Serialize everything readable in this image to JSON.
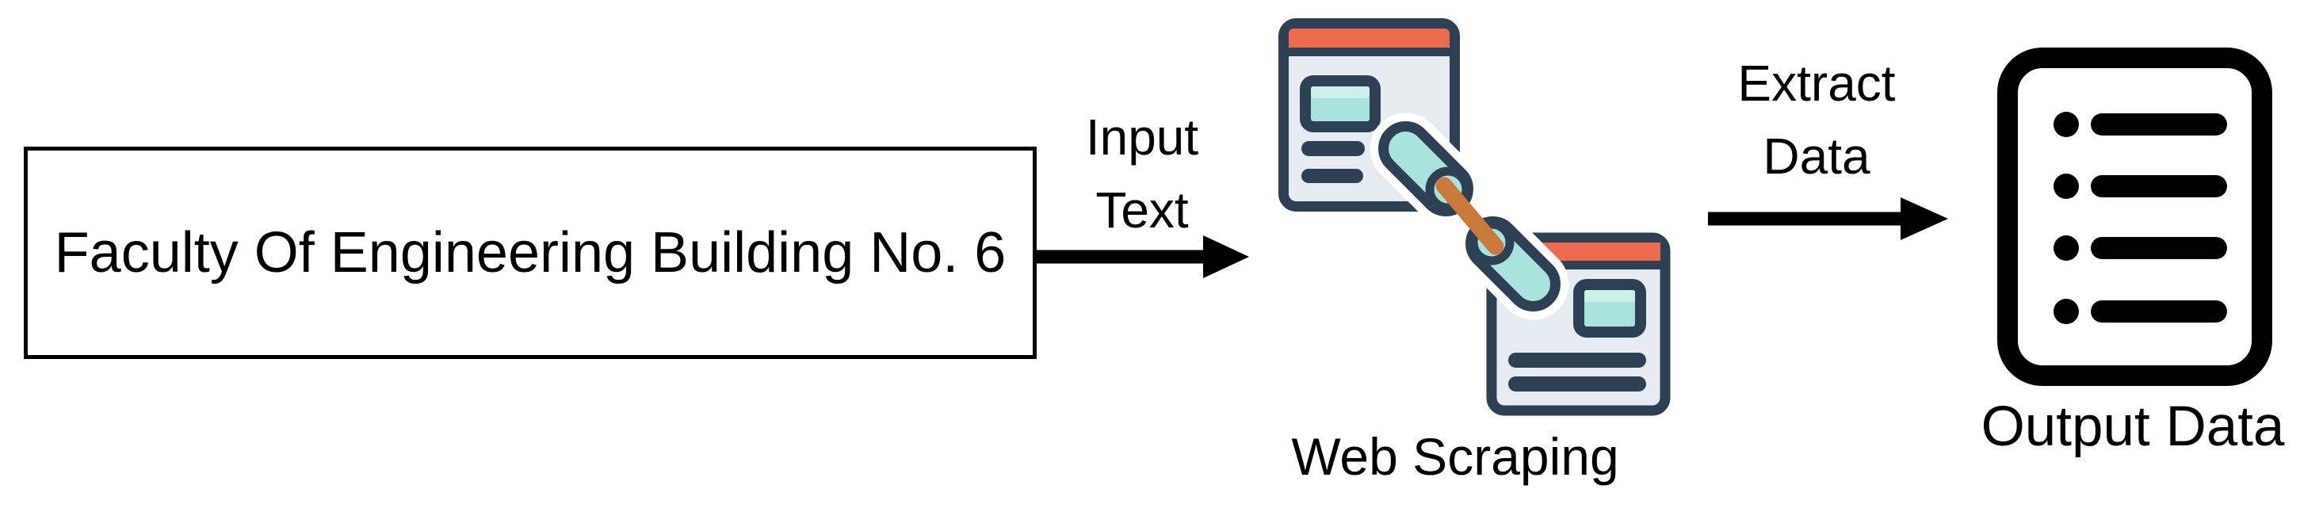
{
  "flow": {
    "input_box": {
      "label": "Faculty Of Engineering Building No. 6"
    },
    "input_arrow": {
      "line1": "Input",
      "line2": "Text"
    },
    "web_scraping": {
      "label": "Web Scraping",
      "icon": "linked-browser-windows-chain-icon"
    },
    "extract_arrow": {
      "line1": "Extract",
      "line2": "Data"
    },
    "output_data": {
      "label": "Output Data",
      "icon": "document-list-icon"
    }
  },
  "colors": {
    "ink": "#000000",
    "outline_navy": "#2d4054",
    "header_red": "#ee6a4f",
    "window_body": "#e6ecf2",
    "teal": "#a8e4dd",
    "teal_light": "#ccefe9",
    "orange": "#c9793a",
    "halo_white": "#ffffff"
  }
}
